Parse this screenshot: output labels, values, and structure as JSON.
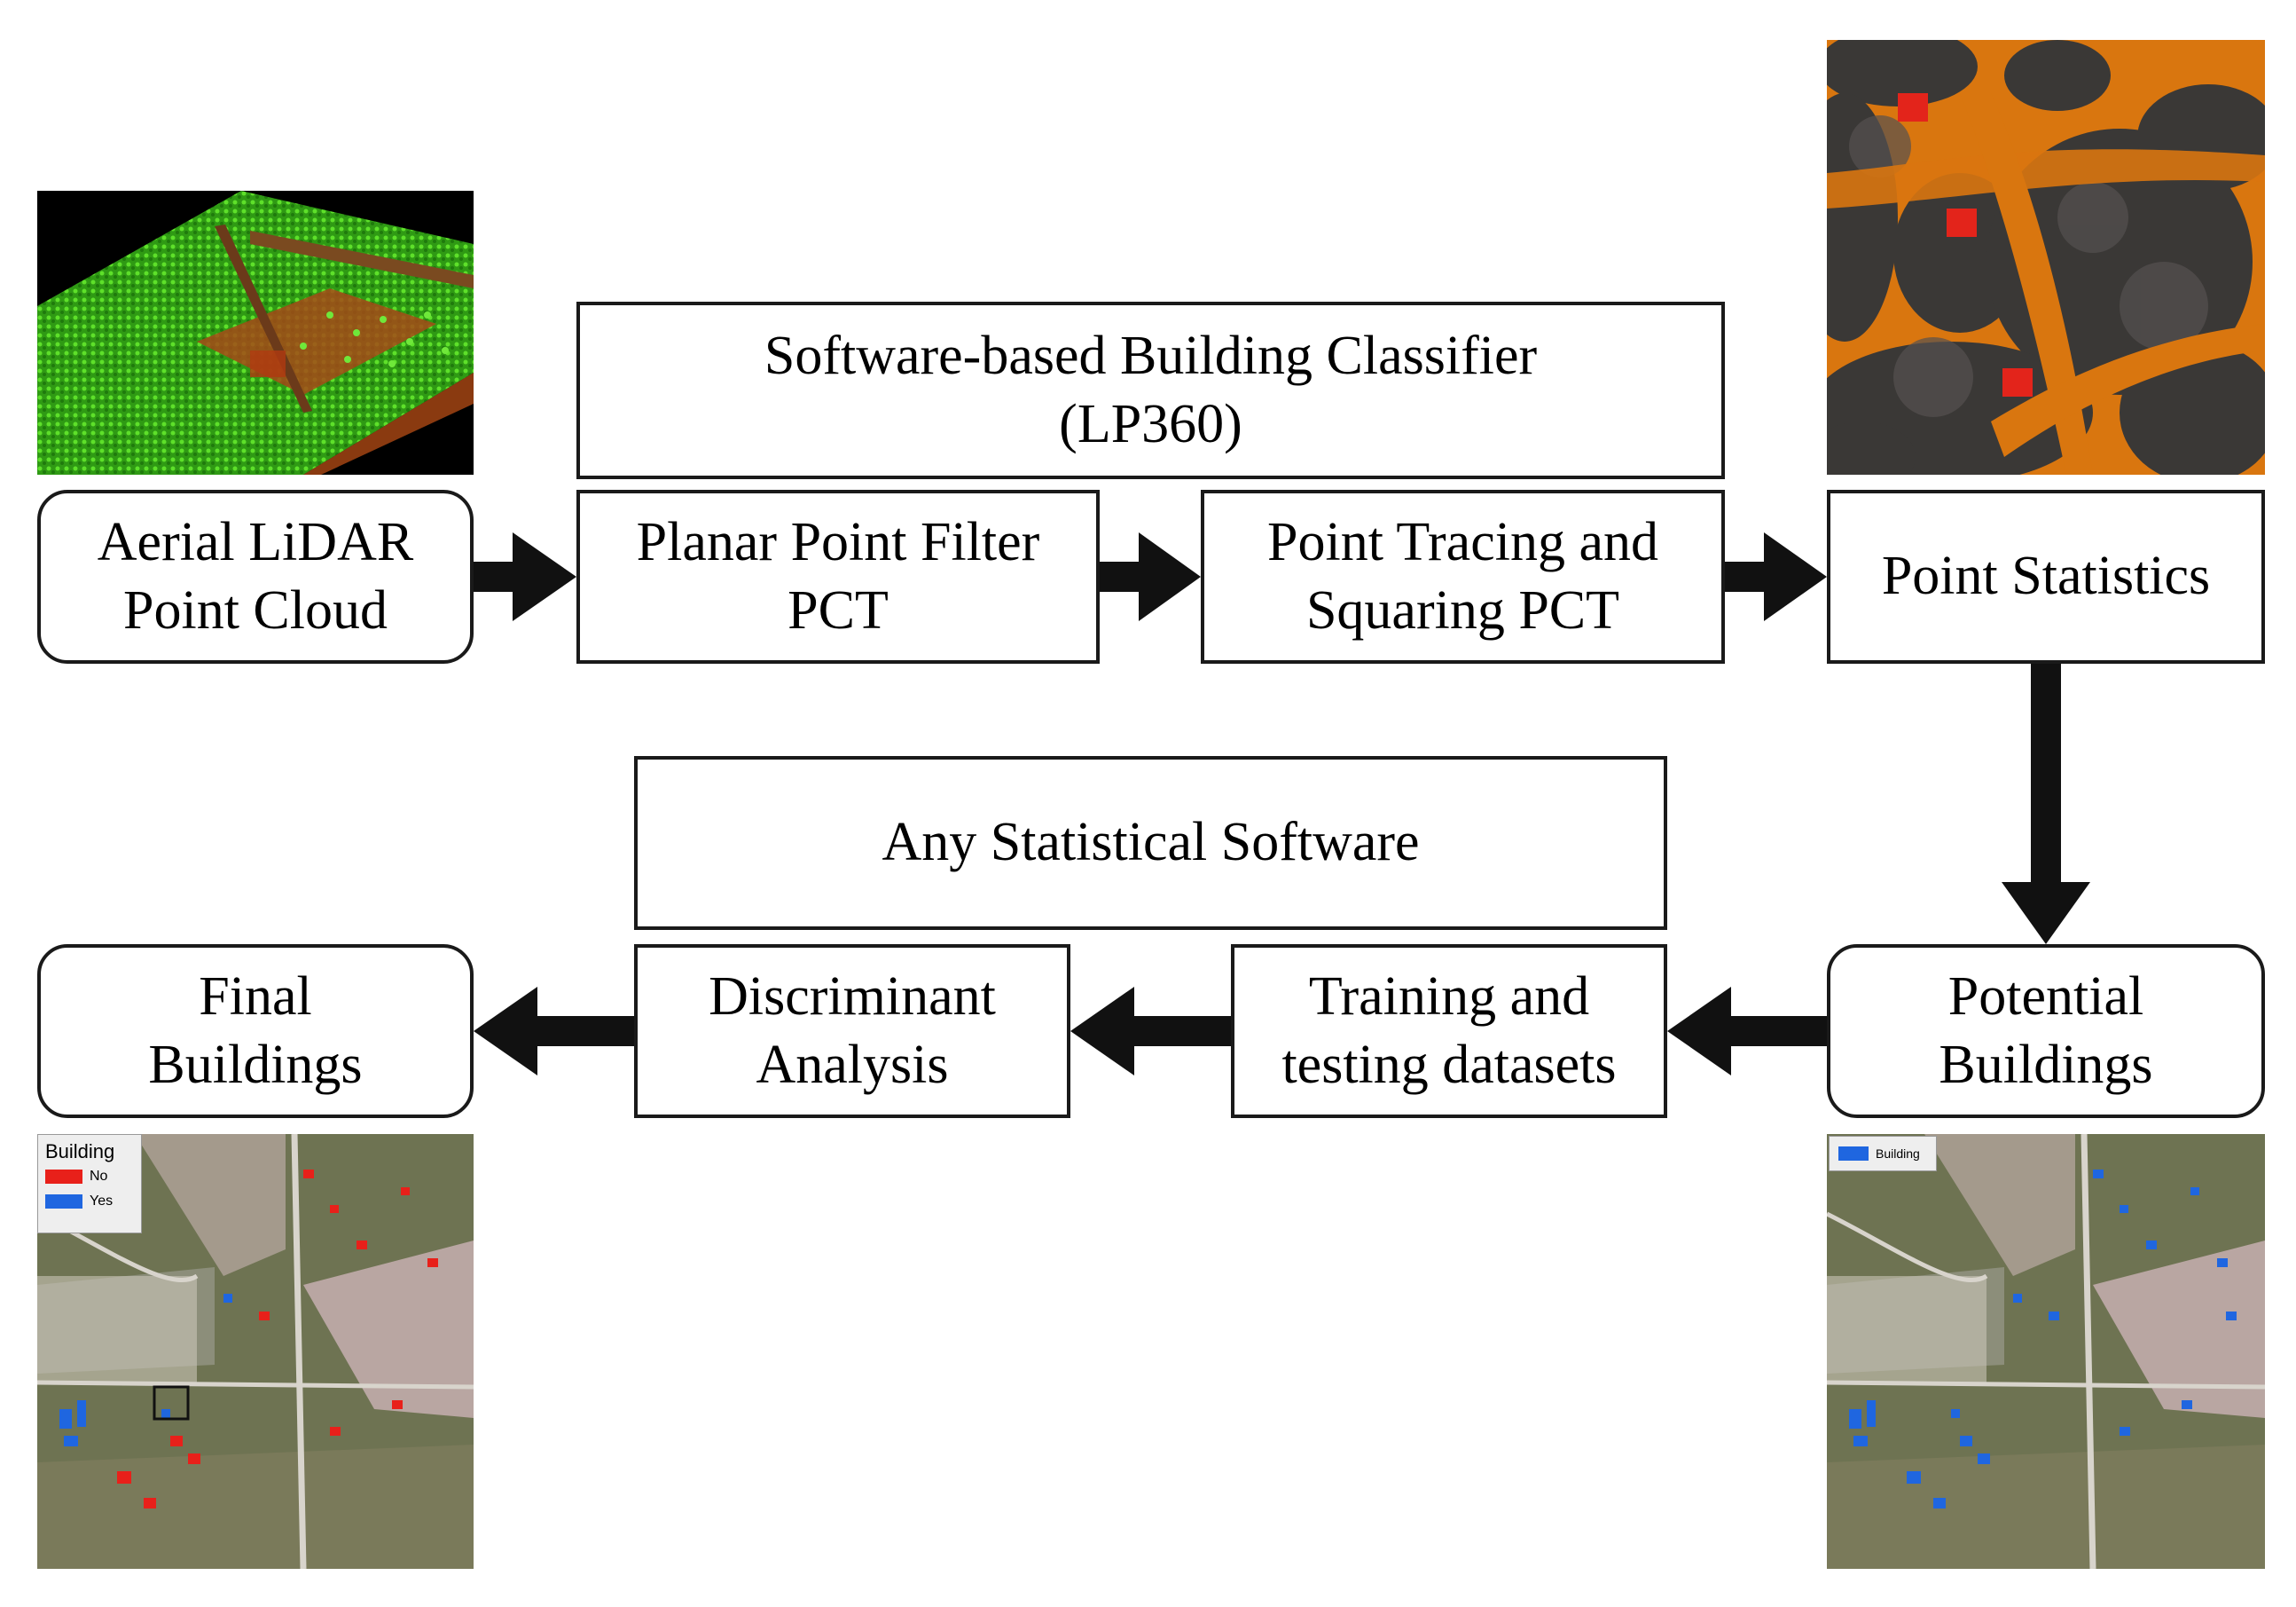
{
  "header": {
    "software_classifier_line1": "Software-based Building Classifier",
    "software_classifier_line2": "(LP360)",
    "statistical_software": "Any Statistical Software"
  },
  "nodes": {
    "aerial_lidar": {
      "line1": "Aerial LiDAR",
      "line2": "Point Cloud"
    },
    "planar_filter": {
      "line1": "Planar Point Filter",
      "line2": "PCT"
    },
    "point_tracing": {
      "line1": "Point Tracing and",
      "line2": "Squaring PCT"
    },
    "point_statistics": {
      "line1": "Point Statistics"
    },
    "potential_buildings": {
      "line1": "Potential",
      "line2": "Buildings"
    },
    "training_testing": {
      "line1": "Training and",
      "line2": "testing datasets"
    },
    "discriminant": {
      "line1": "Discriminant",
      "line2": "Analysis"
    },
    "final_buildings": {
      "line1": "Final",
      "line2": "Buildings"
    }
  },
  "legends": {
    "final": {
      "title": "Building",
      "items": [
        {
          "label": "No",
          "color": "#e8201a"
        },
        {
          "label": "Yes",
          "color": "#1f66e0"
        }
      ]
    },
    "potential": {
      "items": [
        {
          "label": "Building",
          "color": "#1f66e0"
        }
      ]
    }
  },
  "colors": {
    "arrow": "#111111",
    "border": "#1a1a1a",
    "lidar_green": "#3ec21a",
    "ground_orange": "#d9760f"
  }
}
